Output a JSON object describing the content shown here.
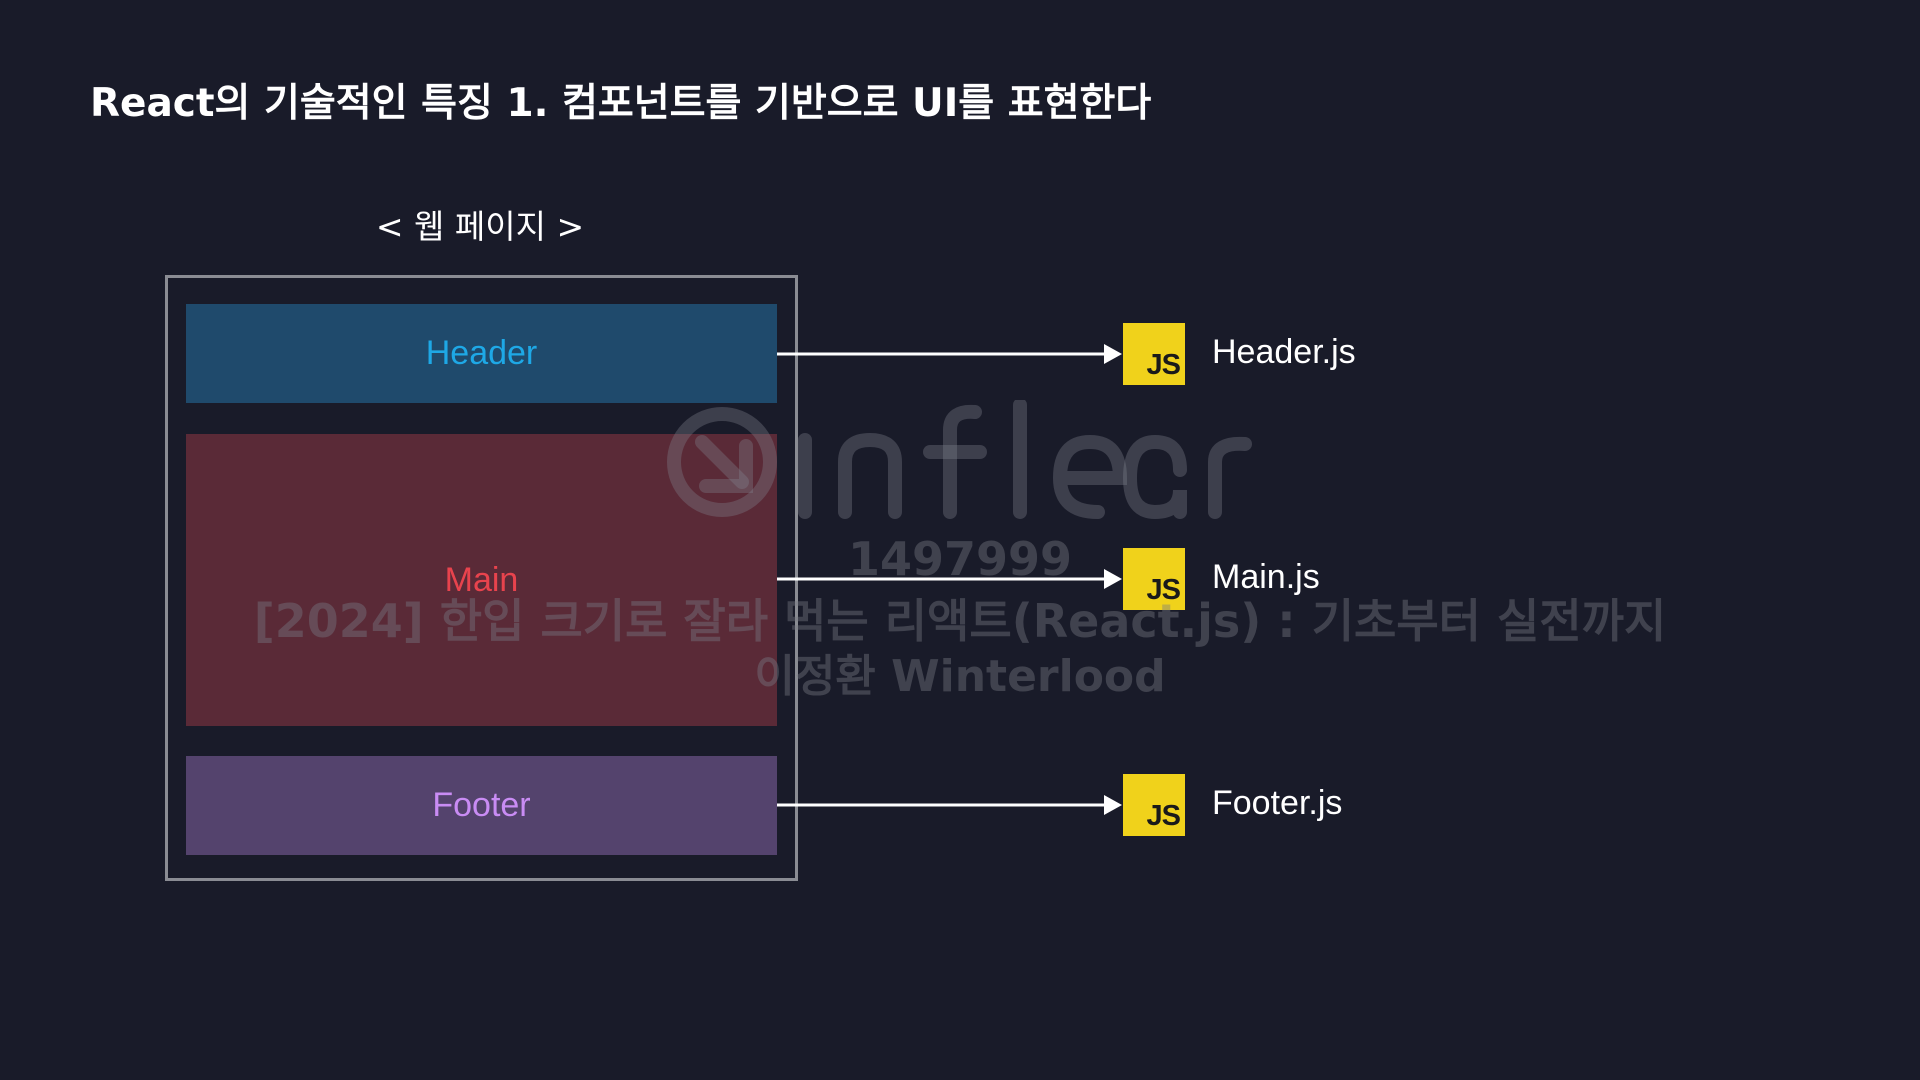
{
  "title": "React의 기술적인 특징 1. 컴포넌트를 기반으로 UI를 표현한다",
  "webpage": {
    "caption": "< 웹 페이지 >",
    "sections": {
      "header": "Header",
      "main": "Main",
      "footer": "Footer"
    }
  },
  "files": {
    "badge_text": "JS",
    "header": "Header.js",
    "main": "Main.js",
    "footer": "Footer.js"
  },
  "watermark": {
    "logo": "inflearn",
    "id": "1497999",
    "course": "[2024] 한입 크기로 잘라 먹는 리액트(React.js) : 기초부터 실전까지",
    "author": "이정환 Winterlood"
  },
  "colors": {
    "background": "#191b29",
    "header_fill": "#1f4a6c",
    "header_text": "#1ea8e6",
    "main_fill": "#5a2a37",
    "main_text": "#e8434d",
    "footer_fill": "#54436d",
    "footer_text": "#c98cf4",
    "js_badge": "#f0d21b",
    "arrow": "#ffffff"
  }
}
